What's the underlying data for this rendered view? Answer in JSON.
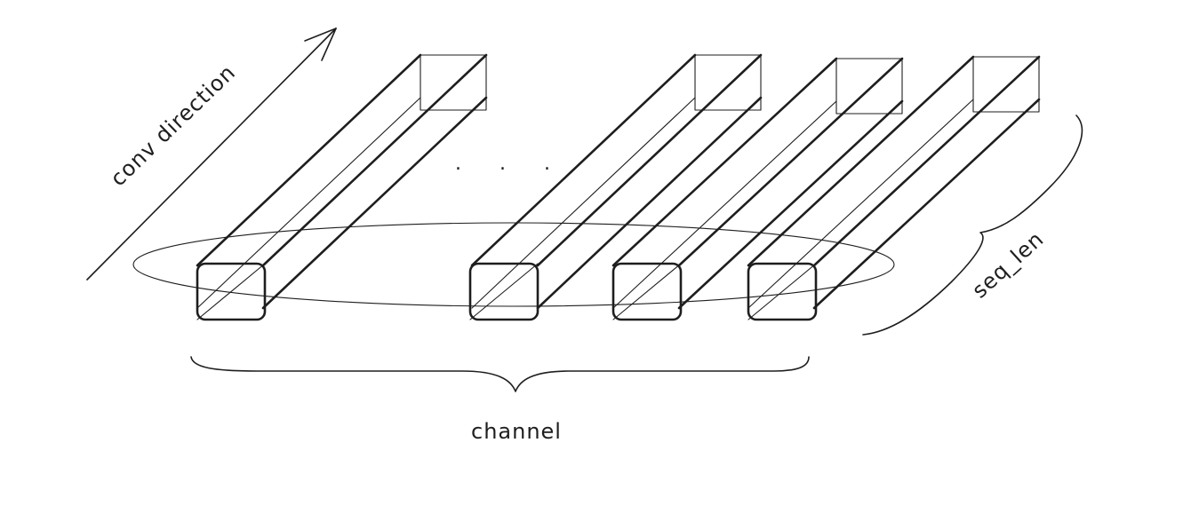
{
  "labels": {
    "conv_direction": "conv direction",
    "channel": "channel",
    "seq_len": "seq_len",
    "ellipsis": ". . ."
  },
  "colors": {
    "stroke": "#1e1e1e",
    "background": "#ffffff"
  }
}
